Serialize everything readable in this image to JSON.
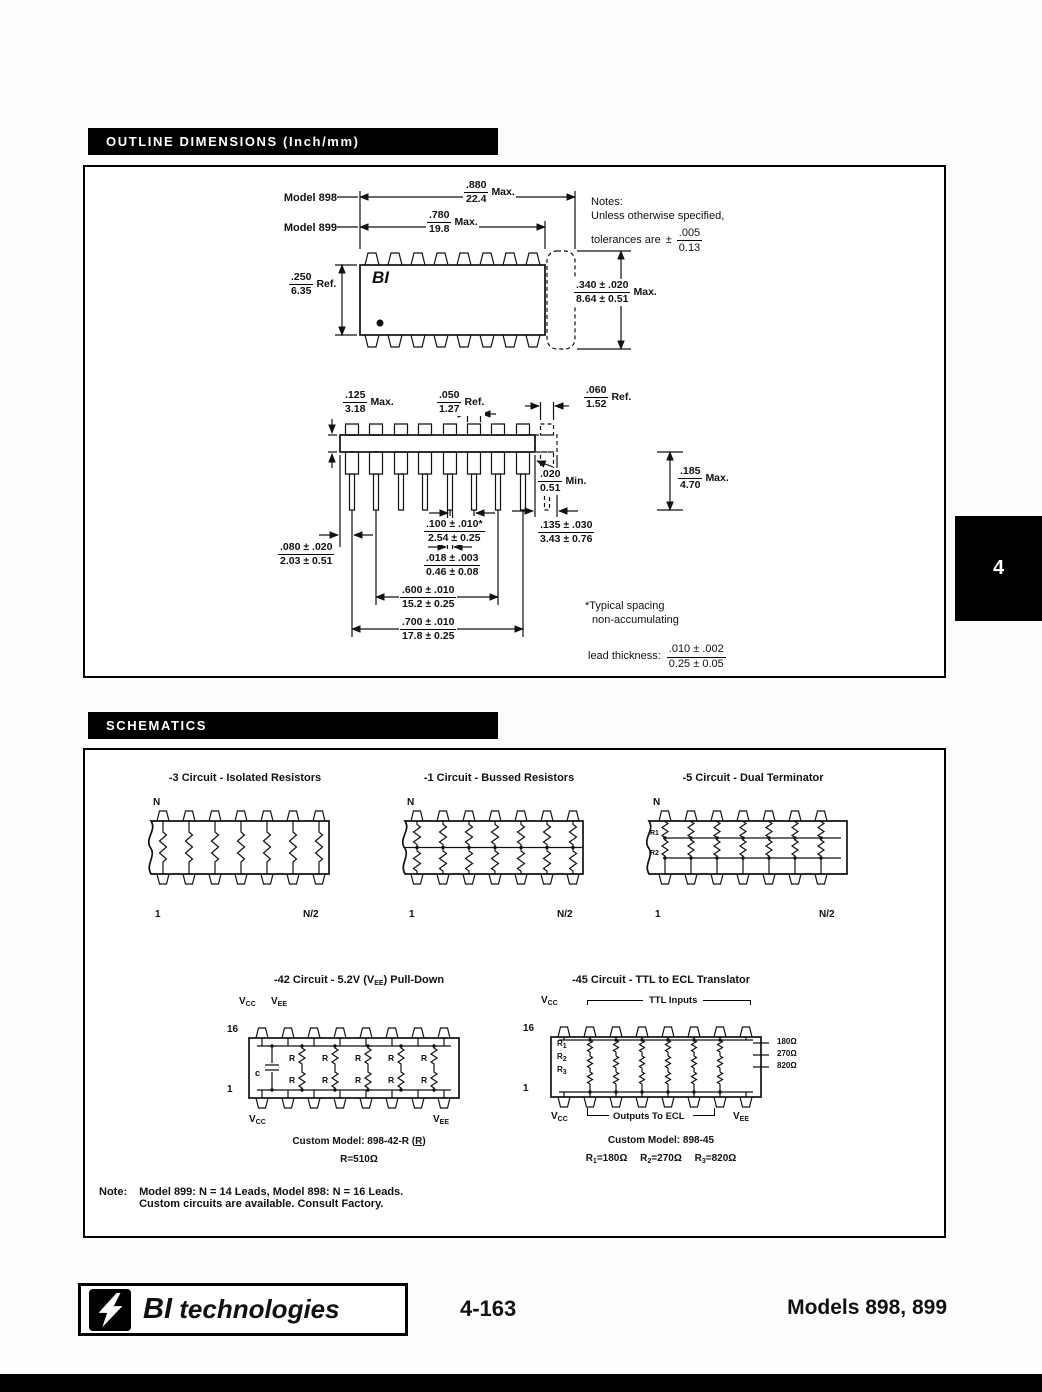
{
  "page": {
    "side_tab": "4",
    "footer": {
      "brand_bi": "BI",
      "brand_rest": "technologies",
      "page_number": "4-163",
      "models": "Models 898, 899"
    }
  },
  "outline": {
    "header": "OUTLINE DIMENSIONS (Inch/mm)",
    "model898": "Model 898",
    "model899": "Model 899",
    "logo": "BI",
    "notes": {
      "title": "Notes:",
      "line1": "Unless otherwise specified,",
      "line2": "tolerances are",
      "pm": "±",
      "tol_num": ".005",
      "tol_den": "0.13"
    },
    "dims": {
      "d880": {
        "num": ".880",
        "den": "22.4",
        "sfx": "Max."
      },
      "d780": {
        "num": ".780",
        "den": "19.8",
        "sfx": "Max."
      },
      "d250": {
        "num": ".250",
        "den": "6.35",
        "sfx": "Ref."
      },
      "d340": {
        "num": ".340 ± .020",
        "den": "8.64 ± 0.51",
        "sfx": "Max."
      },
      "d125": {
        "num": ".125",
        "den": "3.18",
        "sfx": "Max."
      },
      "d050": {
        "num": ".050",
        "den": "1.27",
        "sfx": "Ref."
      },
      "d060": {
        "num": ".060",
        "den": "1.52",
        "sfx": "Ref."
      },
      "d020": {
        "num": ".020",
        "den": "0.51",
        "sfx": "Min."
      },
      "d185": {
        "num": ".185",
        "den": "4.70",
        "sfx": "Max."
      },
      "d100": {
        "num": ".100 ± .010*",
        "den": "2.54 ± 0.25"
      },
      "d018": {
        "num": ".018 ± .003",
        "den": "0.46 ± 0.08"
      },
      "d600": {
        "num": ".600 ± .010",
        "den": "15.2 ± 0.25"
      },
      "d700": {
        "num": ".700 ± .010",
        "den": "17.8 ± 0.25"
      },
      "d080": {
        "num": ".080 ± .020",
        "den": "2.03 ± 0.51"
      },
      "d135": {
        "num": ".135 ± .030",
        "den": "3.43 ± 0.76"
      }
    },
    "typical1": "*Typical spacing",
    "typical2": "non-accumulating",
    "lead_label": "lead thickness:",
    "lead_num": ".010 ± .002",
    "lead_den": "0.25 ± 0.05"
  },
  "schematics": {
    "header": "SCHEMATICS",
    "s3": {
      "title": "-3 Circuit - Isolated Resistors",
      "n": "N",
      "p1": "1",
      "n2": "N/2"
    },
    "s1": {
      "title": "-1 Circuit - Bussed Resistors",
      "n": "N",
      "p1": "1",
      "n2": "N/2"
    },
    "s5": {
      "title": "-5 Circuit - Dual Terminator",
      "n": "N",
      "r1": "R1",
      "r2": "R2",
      "p1": "1",
      "n2": "N/2"
    },
    "s42": {
      "title_pre": "-42 Circuit - 5.2V (V",
      "title_sub": "EE",
      "title_post": ") Pull-Down",
      "v": "V",
      "sub_cc": "CC",
      "sub_ee": "EE",
      "pin16": "16",
      "pin1": "1",
      "r": "R",
      "c": "c",
      "custom_pre": "Custom Model: 898-42-R (",
      "custom_r": "R",
      "custom_post": ")",
      "rval": "R=510Ω"
    },
    "s45": {
      "title": "-45 Circuit - TTL to ECL Translator",
      "v": "V",
      "sub_cc": "CC",
      "sub_ee": "EE",
      "ttl": "TTL Inputs",
      "outputs": "Outputs To ECL",
      "pin16": "16",
      "pin1": "1",
      "r": "R",
      "sub1": "1",
      "sub2": "2",
      "sub3": "3",
      "ohm1": "180Ω",
      "ohm2": "270Ω",
      "ohm3": "820Ω",
      "custom": "Custom Model: 898-45",
      "rv1": "=180Ω",
      "rv2": "=270Ω",
      "rv3": "=820Ω"
    },
    "note_label": "Note:",
    "note_line1": "Model 899: N = 14 Leads, Model 898: N = 16 Leads.",
    "note_line2": "Custom circuits are available.  Consult Factory."
  }
}
